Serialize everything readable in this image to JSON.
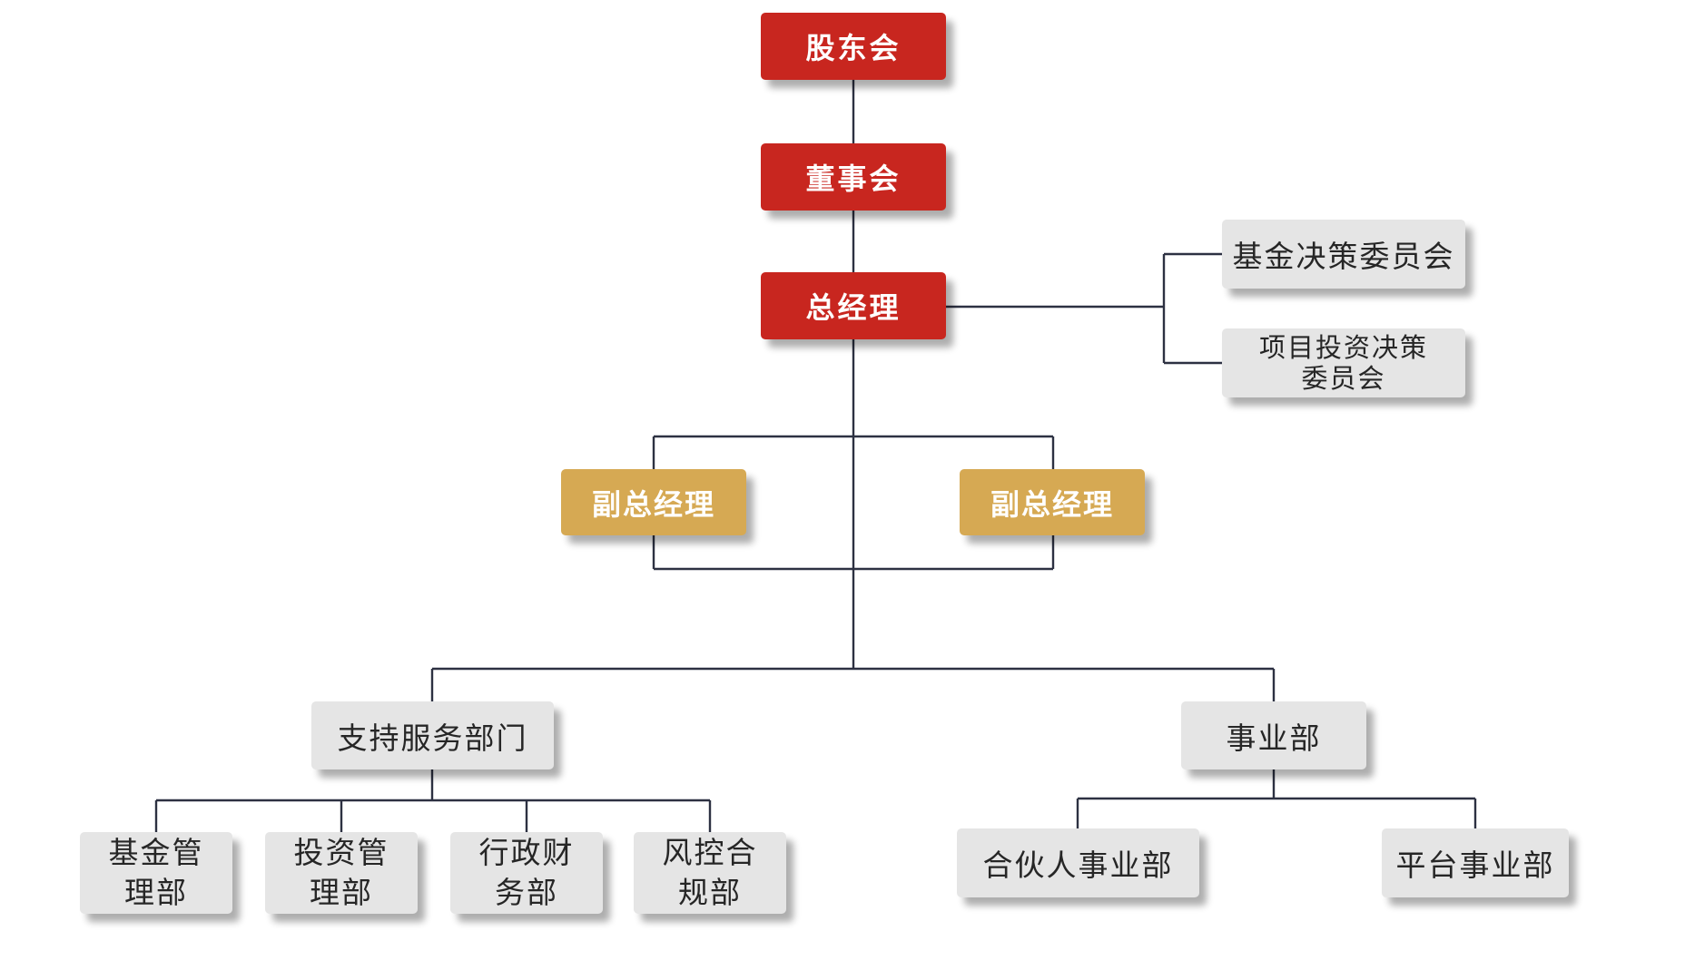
{
  "org_chart": {
    "shareholders": "股东会",
    "board": "董事会",
    "general_manager": "总经理",
    "fund_decision_committee": "基金决策委员会",
    "project_investment_committee": "项目投资决策\n委员会",
    "deputy_gm_left": "副总经理",
    "deputy_gm_right": "副总经理",
    "support_services": "支持服务部门",
    "business_division": "事业部",
    "fund_management": "基金管\n理部",
    "investment_management": "投资管\n理部",
    "admin_finance": "行政财\n务部",
    "risk_compliance": "风控合\n规部",
    "partner_business": "合伙人事业部",
    "platform_business": "平台事业部"
  },
  "colors": {
    "leadership": "#c8261f",
    "deputy": "#d6a953",
    "department": "#e5e5e5",
    "connector": "#2d3142"
  }
}
